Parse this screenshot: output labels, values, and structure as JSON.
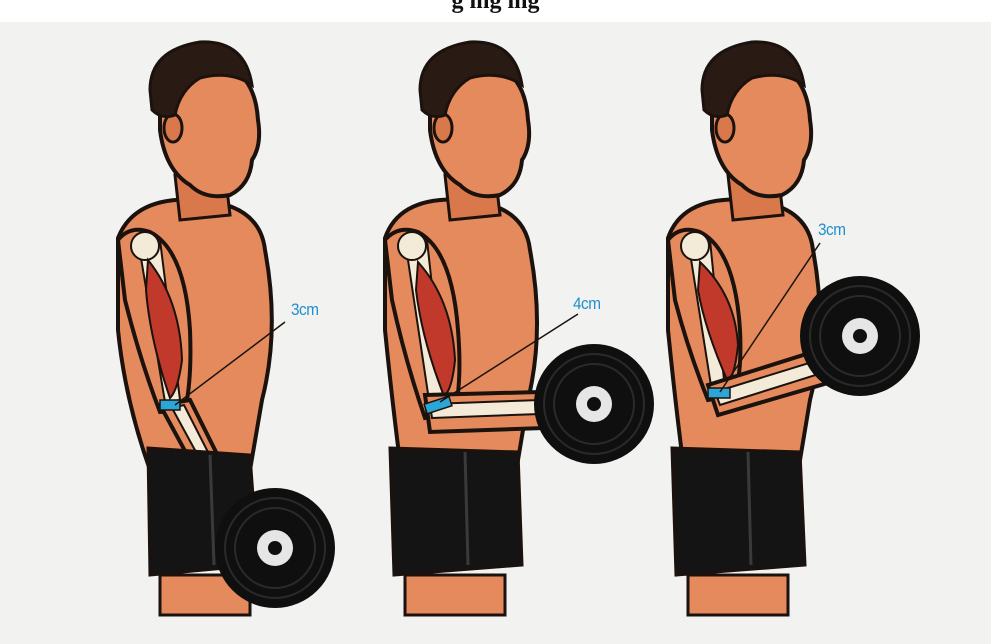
{
  "header": {
    "partial_title": "g    ing                                         ing"
  },
  "colors": {
    "background": "#f2f2f0",
    "skin": "#e58a5c",
    "skin_shadow": "#c86a42",
    "hair": "#2a1a14",
    "muscle": "#c0392b",
    "bone": "#f3ead8",
    "tendon_marker": "#2aa7d6",
    "label": "#1f8fd0",
    "shorts": "#141414",
    "plate": "#0f0f0f",
    "outline": "#1b120e"
  },
  "figures": [
    {
      "position": "arm-extended",
      "moment_arm_label": "3cm"
    },
    {
      "position": "forearm-horizontal",
      "moment_arm_label": "4cm"
    },
    {
      "position": "arm-flexed",
      "moment_arm_label": "3cm"
    }
  ]
}
